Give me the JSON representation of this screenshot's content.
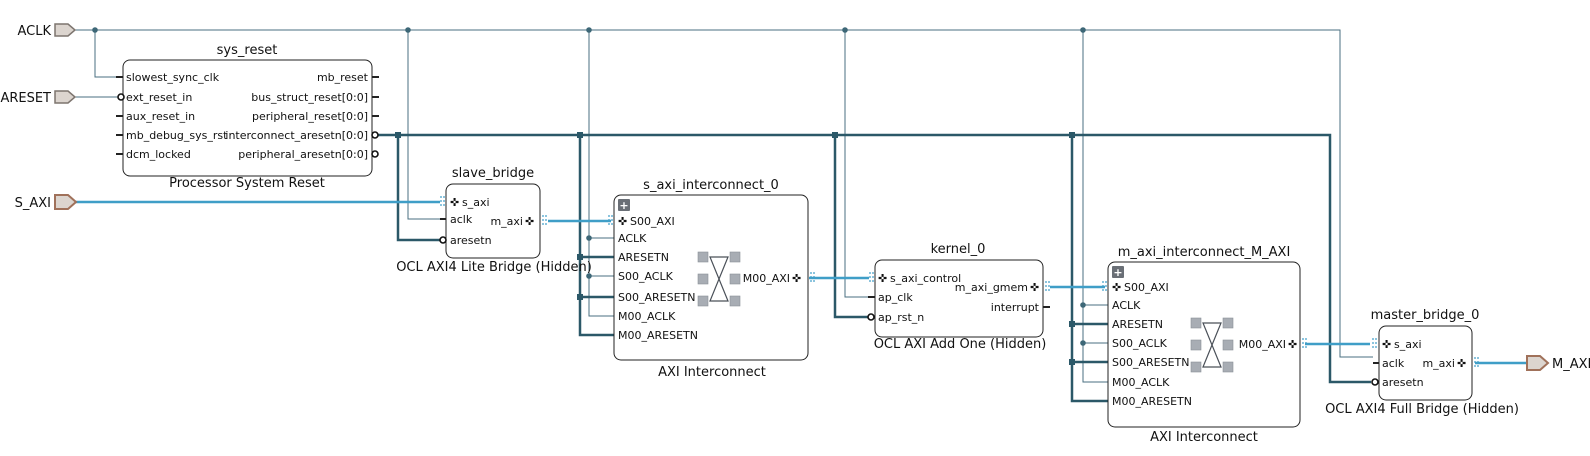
{
  "external_ports": {
    "aclk": "ACLK",
    "areset": "ARESET",
    "s_axi": "S_AXI",
    "m_axi": "M_AXI"
  },
  "sys_reset": {
    "name": "sys_reset",
    "subtitle": "Processor System Reset",
    "inputs": [
      "slowest_sync_clk",
      "ext_reset_in",
      "aux_reset_in",
      "mb_debug_sys_rst",
      "dcm_locked"
    ],
    "outputs": [
      "mb_reset",
      "bus_struct_reset[0:0]",
      "peripheral_reset[0:0]",
      "interconnect_aresetn[0:0]",
      "peripheral_aresetn[0:0]"
    ]
  },
  "slave_bridge": {
    "name": "slave_bridge",
    "subtitle": "OCL AXI4 Lite Bridge (Hidden)",
    "inputs": [
      "s_axi",
      "aclk",
      "aresetn"
    ],
    "outputs": [
      "m_axi"
    ]
  },
  "s_axi_interconnect_0": {
    "name": "s_axi_interconnect_0",
    "subtitle": "AXI Interconnect",
    "inputs": [
      "S00_AXI",
      "ACLK",
      "ARESETN",
      "S00_ACLK",
      "S00_ARESETN",
      "M00_ACLK",
      "M00_ARESETN"
    ],
    "outputs": [
      "M00_AXI"
    ]
  },
  "kernel_0": {
    "name": "kernel_0",
    "subtitle": "OCL AXI Add One (Hidden)",
    "inputs": [
      "s_axi_control",
      "ap_clk",
      "ap_rst_n"
    ],
    "outputs": [
      "m_axi_gmem",
      "interrupt"
    ]
  },
  "m_axi_interconnect": {
    "name": "m_axi_interconnect_M_AXI",
    "subtitle": "AXI Interconnect",
    "inputs": [
      "S00_AXI",
      "ACLK",
      "ARESETN",
      "S00_ACLK",
      "S00_ARESETN",
      "M00_ACLK",
      "M00_ARESETN"
    ],
    "outputs": [
      "M00_AXI"
    ]
  },
  "master_bridge_0": {
    "name": "master_bridge_0",
    "subtitle": "OCL AXI4 Full Bridge (Hidden)",
    "inputs": [
      "s_axi",
      "aclk",
      "aresetn"
    ],
    "outputs": [
      "m_axi"
    ]
  },
  "colors": {
    "axi_bus": "#3f9ec7",
    "reset_net": "#2b5868",
    "clock_net": "#4a6f80",
    "port_fill": "#dcd5cf",
    "axi_port_outline": "#a0715a"
  }
}
